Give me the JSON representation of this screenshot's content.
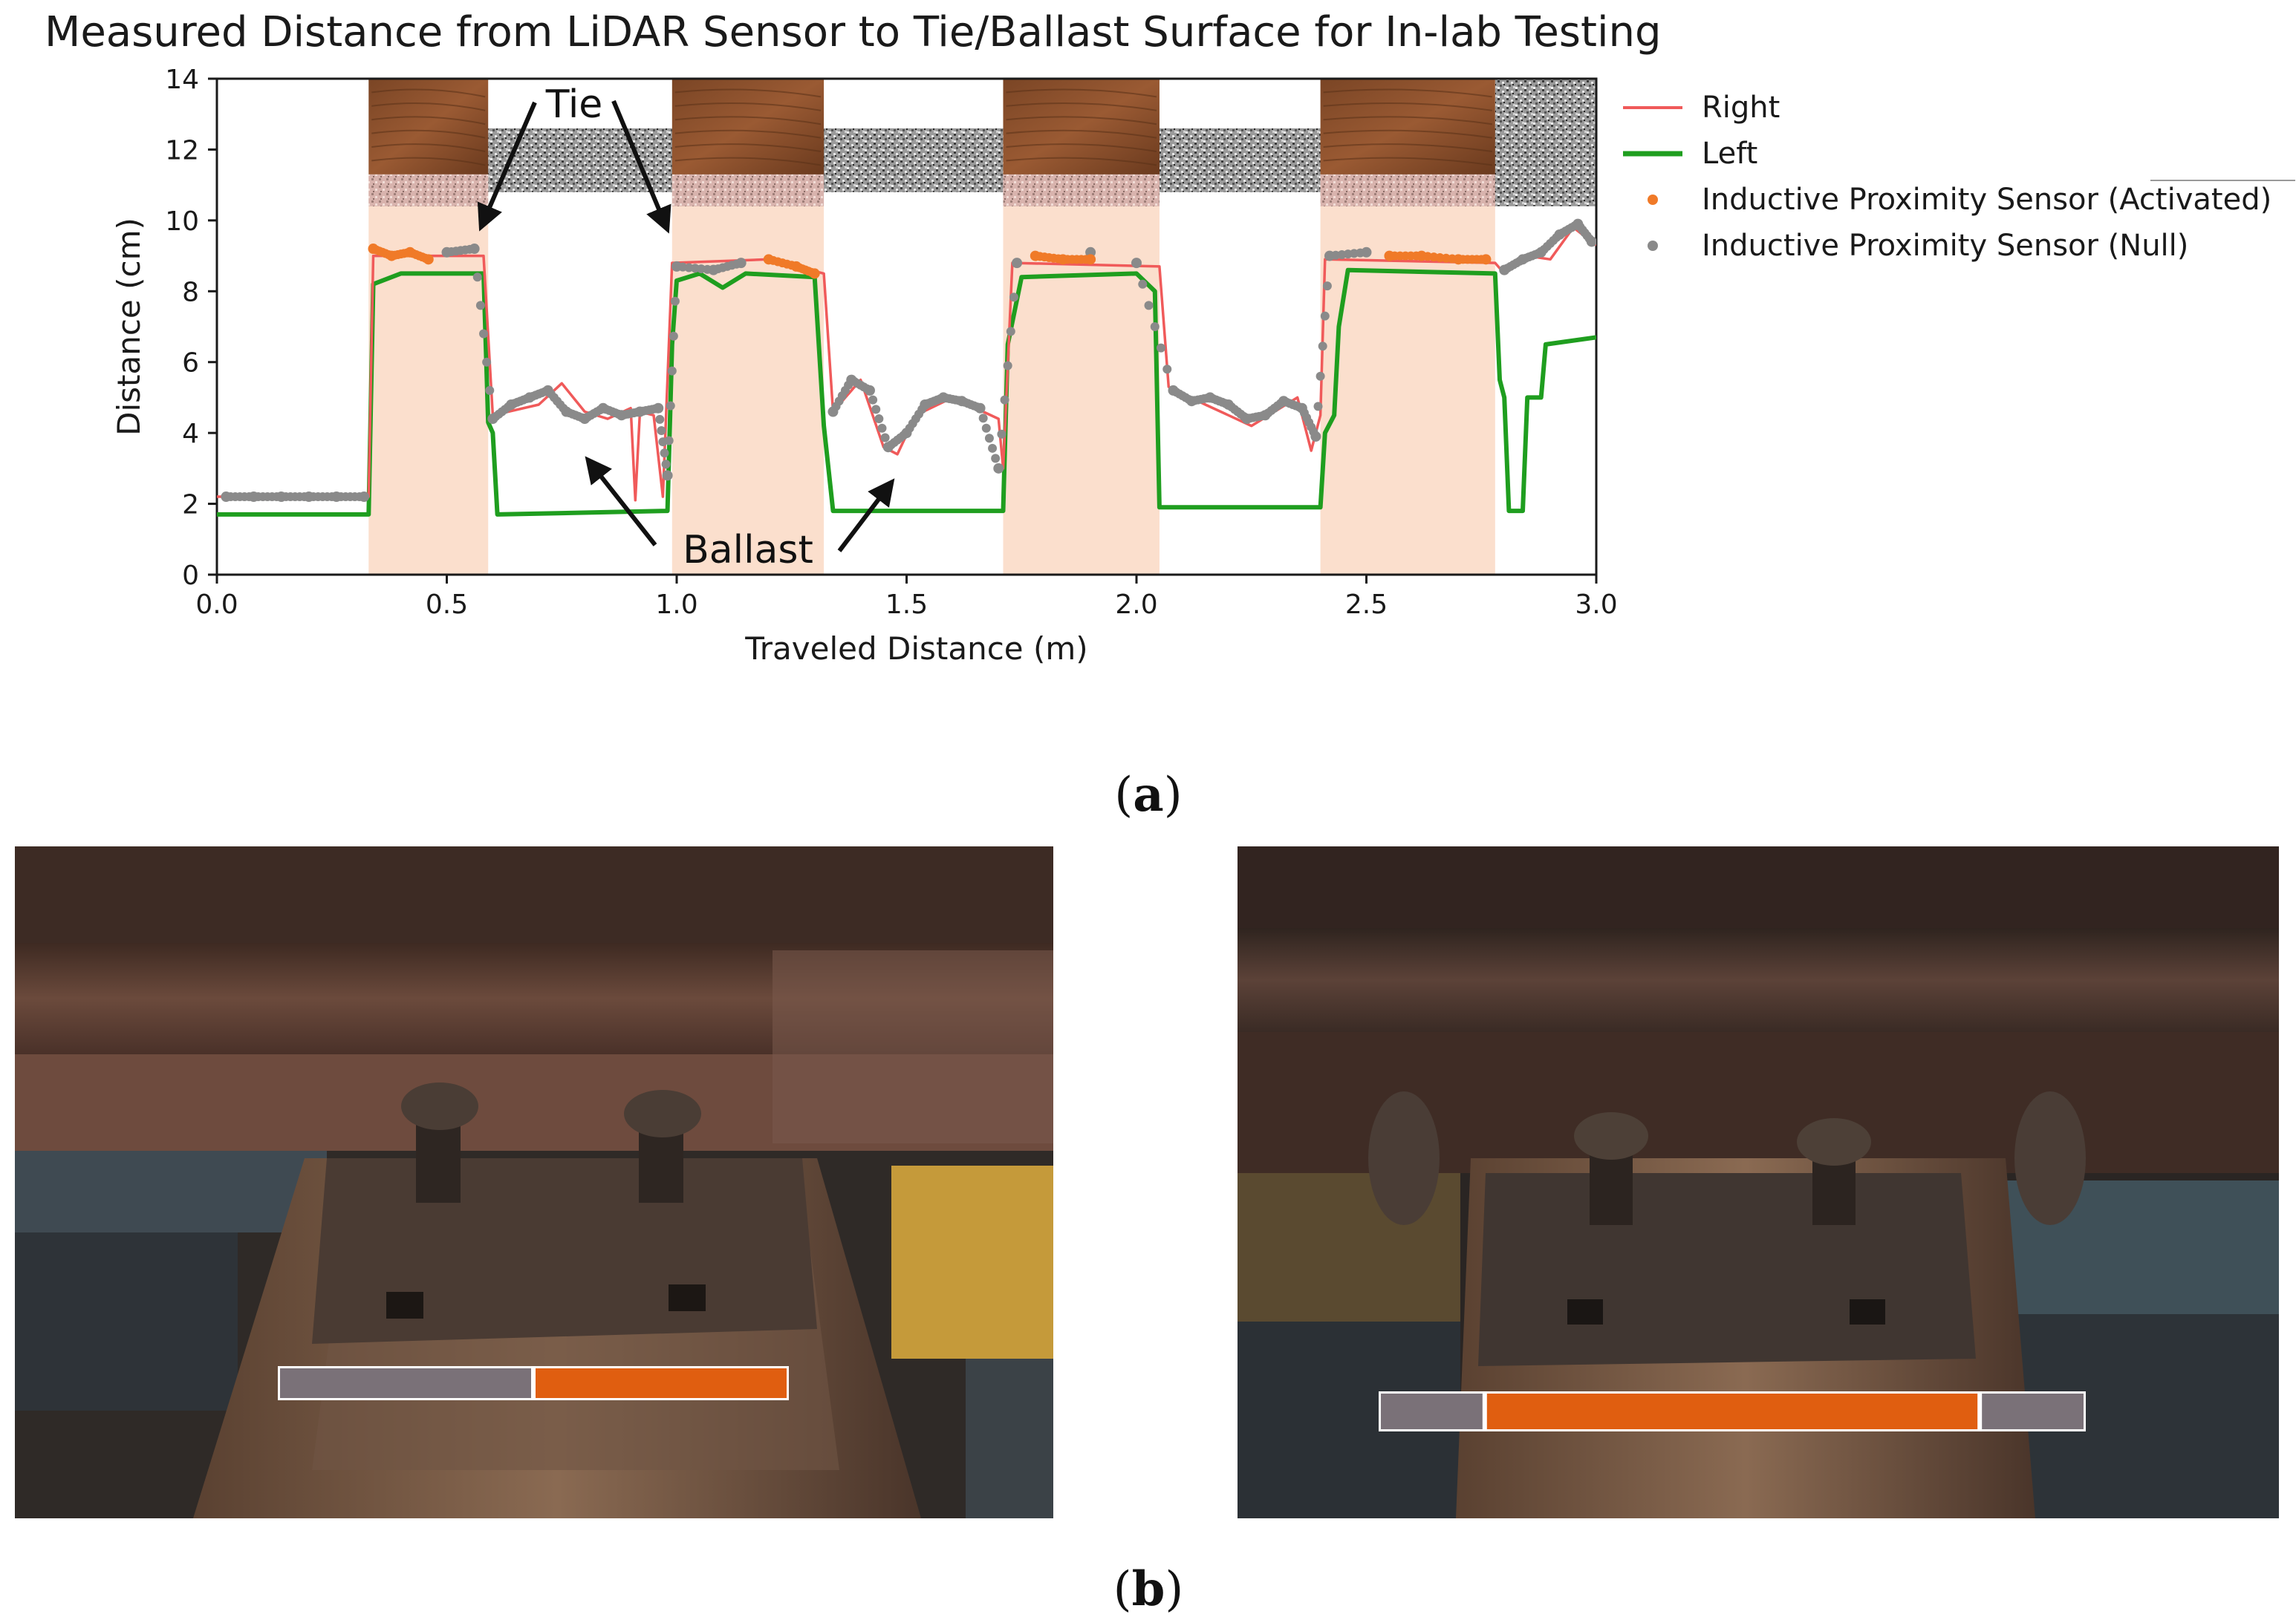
{
  "figure": {
    "panel_a_label": "a",
    "panel_b_label": "b"
  },
  "chart_data": {
    "type": "line",
    "title": "Measured Distance from LiDAR Sensor to Tie/Ballast Surface for In-lab Testing",
    "xlabel": "Traveled Distance (m)",
    "ylabel": "Distance (cm)",
    "xlim": [
      0.0,
      3.0
    ],
    "ylim": [
      0,
      14
    ],
    "x_ticks": [
      "0.0",
      "0.5",
      "1.0",
      "1.5",
      "2.0",
      "2.5",
      "3.0"
    ],
    "y_ticks": [
      "0",
      "2",
      "4",
      "6",
      "8",
      "10",
      "12",
      "14"
    ],
    "grid": false,
    "legend_position": "outside-right",
    "legend": [
      {
        "name": "Right",
        "marker": "line",
        "color": "#f05a5a"
      },
      {
        "name": "Left",
        "marker": "line",
        "color": "#1f9e1f"
      },
      {
        "name": "Inductive Proximity Sensor (Activated)",
        "marker": "dot",
        "color": "#f07a28"
      },
      {
        "name": "Inductive Proximity Sensor (Null)",
        "marker": "dot",
        "color": "#8a8a8a"
      }
    ],
    "tie_regions_x": [
      [
        0.33,
        0.59
      ],
      [
        0.99,
        1.32
      ],
      [
        1.71,
        2.05
      ],
      [
        2.4,
        2.78
      ]
    ],
    "annotations": {
      "tie": "Tie",
      "ballast": "Ballast"
    },
    "series": [
      {
        "name": "Left",
        "color": "#1f9e1f",
        "points": [
          [
            0.0,
            1.7
          ],
          [
            0.33,
            1.7
          ],
          [
            0.34,
            8.2
          ],
          [
            0.4,
            8.5
          ],
          [
            0.58,
            8.5
          ],
          [
            0.59,
            4.3
          ],
          [
            0.6,
            4.0
          ],
          [
            0.61,
            1.7
          ],
          [
            0.98,
            1.8
          ],
          [
            0.99,
            6.5
          ],
          [
            1.0,
            8.3
          ],
          [
            1.05,
            8.5
          ],
          [
            1.1,
            8.1
          ],
          [
            1.15,
            8.5
          ],
          [
            1.3,
            8.4
          ],
          [
            1.32,
            4.2
          ],
          [
            1.34,
            1.8
          ],
          [
            1.71,
            1.8
          ],
          [
            1.72,
            6.5
          ],
          [
            1.75,
            8.4
          ],
          [
            2.0,
            8.5
          ],
          [
            2.04,
            8.0
          ],
          [
            2.05,
            1.9
          ],
          [
            2.4,
            1.9
          ],
          [
            2.41,
            4.0
          ],
          [
            2.43,
            4.5
          ],
          [
            2.44,
            7.0
          ],
          [
            2.46,
            8.6
          ],
          [
            2.78,
            8.5
          ],
          [
            2.79,
            5.5
          ],
          [
            2.8,
            5.0
          ],
          [
            2.81,
            1.8
          ],
          [
            2.84,
            1.8
          ],
          [
            2.85,
            5.0
          ],
          [
            2.88,
            5.0
          ],
          [
            2.89,
            6.5
          ],
          [
            3.0,
            6.7
          ]
        ]
      },
      {
        "name": "Right",
        "color": "#f05a5a",
        "points": [
          [
            0.0,
            2.2
          ],
          [
            0.33,
            2.2
          ],
          [
            0.34,
            9.0
          ],
          [
            0.58,
            9.0
          ],
          [
            0.6,
            4.5
          ],
          [
            0.7,
            4.8
          ],
          [
            0.75,
            5.4
          ],
          [
            0.8,
            4.6
          ],
          [
            0.85,
            4.4
          ],
          [
            0.9,
            4.7
          ],
          [
            0.91,
            2.1
          ],
          [
            0.92,
            4.6
          ],
          [
            0.95,
            4.5
          ],
          [
            0.97,
            2.2
          ],
          [
            0.99,
            8.8
          ],
          [
            1.2,
            8.9
          ],
          [
            1.32,
            8.5
          ],
          [
            1.34,
            4.6
          ],
          [
            1.4,
            5.5
          ],
          [
            1.45,
            3.6
          ],
          [
            1.48,
            3.4
          ],
          [
            1.52,
            4.5
          ],
          [
            1.6,
            5.0
          ],
          [
            1.7,
            4.4
          ],
          [
            1.71,
            3.0
          ],
          [
            1.73,
            8.8
          ],
          [
            2.05,
            8.7
          ],
          [
            2.07,
            5.3
          ],
          [
            2.15,
            4.8
          ],
          [
            2.25,
            4.2
          ],
          [
            2.35,
            5.0
          ],
          [
            2.38,
            3.5
          ],
          [
            2.4,
            4.5
          ],
          [
            2.41,
            8.9
          ],
          [
            2.78,
            8.8
          ],
          [
            2.8,
            8.5
          ],
          [
            2.85,
            9.0
          ],
          [
            2.9,
            8.9
          ],
          [
            2.95,
            9.8
          ],
          [
            2.98,
            9.5
          ],
          [
            3.0,
            9.3
          ]
        ]
      },
      {
        "name": "Inductive Proximity Sensor (Null)",
        "color": "#8a8a8a",
        "marker": "dot",
        "points": [
          [
            0.02,
            2.2
          ],
          [
            0.08,
            2.2
          ],
          [
            0.14,
            2.2
          ],
          [
            0.2,
            2.2
          ],
          [
            0.26,
            2.2
          ],
          [
            0.32,
            2.2
          ],
          [
            0.5,
            9.1
          ],
          [
            0.56,
            9.2
          ],
          [
            0.6,
            4.4
          ],
          [
            0.64,
            4.8
          ],
          [
            0.68,
            5.0
          ],
          [
            0.72,
            5.2
          ],
          [
            0.76,
            4.6
          ],
          [
            0.8,
            4.4
          ],
          [
            0.84,
            4.7
          ],
          [
            0.88,
            4.5
          ],
          [
            0.92,
            4.6
          ],
          [
            0.96,
            4.7
          ],
          [
            0.98,
            2.8
          ],
          [
            1.0,
            8.7
          ],
          [
            1.08,
            8.6
          ],
          [
            1.14,
            8.8
          ],
          [
            1.34,
            4.6
          ],
          [
            1.38,
            5.5
          ],
          [
            1.42,
            5.2
          ],
          [
            1.46,
            3.6
          ],
          [
            1.5,
            4.0
          ],
          [
            1.54,
            4.8
          ],
          [
            1.58,
            5.0
          ],
          [
            1.62,
            4.9
          ],
          [
            1.66,
            4.7
          ],
          [
            1.7,
            3.0
          ],
          [
            1.74,
            8.8
          ],
          [
            1.9,
            9.1
          ],
          [
            2.0,
            8.8
          ],
          [
            2.08,
            5.2
          ],
          [
            2.12,
            4.9
          ],
          [
            2.16,
            5.0
          ],
          [
            2.2,
            4.8
          ],
          [
            2.24,
            4.4
          ],
          [
            2.28,
            4.5
          ],
          [
            2.32,
            4.9
          ],
          [
            2.36,
            4.7
          ],
          [
            2.39,
            3.9
          ],
          [
            2.42,
            9.0
          ],
          [
            2.5,
            9.1
          ],
          [
            2.8,
            8.6
          ],
          [
            2.84,
            8.9
          ],
          [
            2.88,
            9.1
          ],
          [
            2.92,
            9.6
          ],
          [
            2.96,
            9.9
          ],
          [
            2.99,
            9.4
          ]
        ]
      },
      {
        "name": "Inductive Proximity Sensor (Activated)",
        "color": "#f07a28",
        "marker": "dot",
        "points": [
          [
            0.34,
            9.2
          ],
          [
            0.38,
            9.0
          ],
          [
            0.42,
            9.1
          ],
          [
            0.46,
            8.9
          ],
          [
            1.2,
            8.9
          ],
          [
            1.26,
            8.7
          ],
          [
            1.3,
            8.5
          ],
          [
            1.78,
            9.0
          ],
          [
            1.84,
            8.9
          ],
          [
            1.9,
            8.9
          ],
          [
            2.55,
            9.0
          ],
          [
            2.62,
            9.0
          ],
          [
            2.7,
            8.9
          ],
          [
            2.76,
            8.9
          ]
        ]
      }
    ]
  },
  "photos": {
    "left": {
      "bar_segments": [
        {
          "fraction": 0.5,
          "color": "#7a7178"
        },
        {
          "fraction": 0.5,
          "color": "#e05e10"
        }
      ]
    },
    "right": {
      "bar_segments": [
        {
          "fraction": 0.15,
          "color": "#7a7178"
        },
        {
          "fraction": 0.7,
          "color": "#e05e10"
        },
        {
          "fraction": 0.15,
          "color": "#7a7178"
        }
      ]
    }
  }
}
